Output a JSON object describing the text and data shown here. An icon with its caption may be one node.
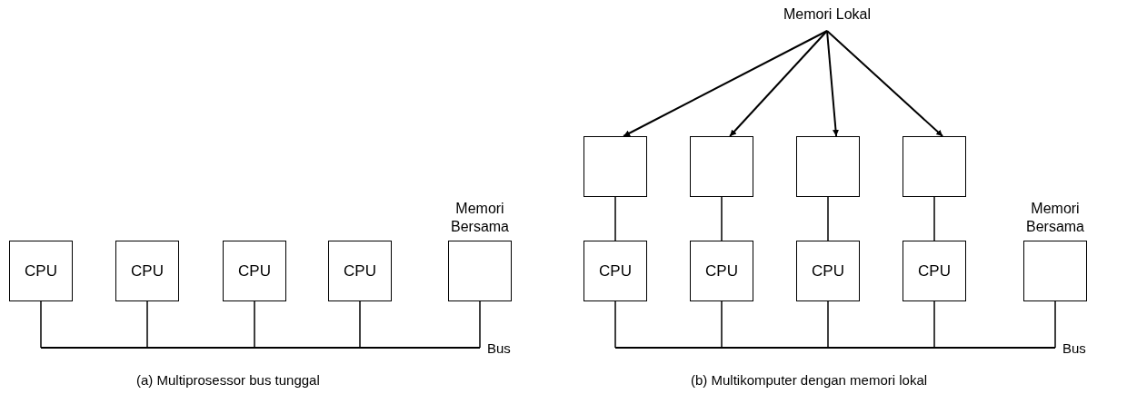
{
  "diagram": {
    "nodes": [
      {
        "text": [
          "CPU"
        ]
      },
      {
        "text": [
          "CPU"
        ]
      },
      {
        "text": [
          "CPU"
        ]
      },
      {
        "text": [
          "CPU"
        ]
      },
      {
        "text": [
          "Memori Bersama"
        ]
      },
      {
        "text": [
          "Bus"
        ]
      },
      {
        "text": [
          "Memori Lokal"
        ]
      },
      {
        "text": [],
        "shape": "box"
      },
      {
        "text": [],
        "shape": "box"
      },
      {
        "text": [],
        "shape": "box"
      },
      {
        "text": [],
        "shape": "box"
      },
      {
        "text": [
          "CPU"
        ]
      },
      {
        "text": [
          "CPU"
        ]
      },
      {
        "text": [
          "CPU"
        ]
      },
      {
        "text": [
          "CPU"
        ]
      },
      {
        "text": [
          "Memori Bersama"
        ]
      },
      {
        "text": [
          "Bus"
        ]
      }
    ],
    "edges": [
      {
        "from": 0,
        "to": 5,
        "arrow": "none"
      },
      {
        "from": 1,
        "to": 5,
        "arrow": "none"
      },
      {
        "from": 2,
        "to": 5,
        "arrow": "none"
      },
      {
        "from": 3,
        "to": 5,
        "arrow": "none"
      },
      {
        "from": 4,
        "to": 5,
        "arrow": "none"
      },
      {
        "from": 6,
        "to": 7,
        "arrow": "to"
      },
      {
        "from": 6,
        "to": 8,
        "arrow": "to"
      },
      {
        "from": 6,
        "to": 9,
        "arrow": "to"
      },
      {
        "from": 6,
        "to": 10,
        "arrow": "to"
      },
      {
        "from": 7,
        "to": 11,
        "arrow": "none"
      },
      {
        "from": 8,
        "to": 12,
        "arrow": "none"
      },
      {
        "from": 9,
        "to": 13,
        "arrow": "none"
      },
      {
        "from": 10,
        "to": 14,
        "arrow": "none"
      },
      {
        "from": 11,
        "to": 16,
        "arrow": "none"
      },
      {
        "from": 12,
        "to": 16,
        "arrow": "none"
      },
      {
        "from": 13,
        "to": 16,
        "arrow": "none"
      },
      {
        "from": 14,
        "to": 16,
        "arrow": "none"
      },
      {
        "from": 15,
        "to": 16,
        "arrow": "none"
      }
    ],
    "labels": [
      "(a) Multiprosessor bus tunggal",
      "(b) Multikomputer dengan memori lokal"
    ]
  }
}
